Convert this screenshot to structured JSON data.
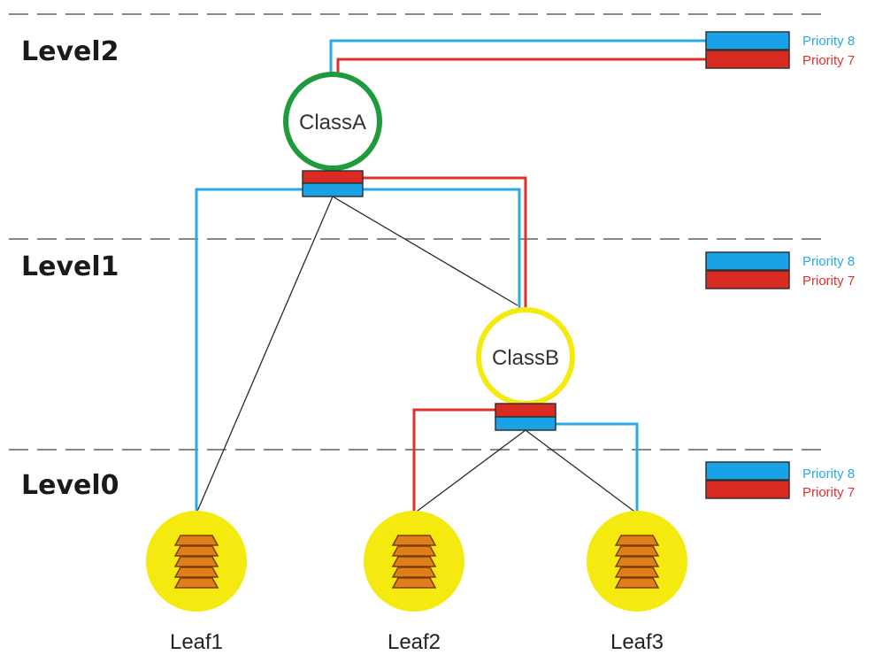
{
  "colors": {
    "blue": "#29a9e6",
    "red": "#e0302a",
    "gray_line": "#2a2a2a",
    "dash": "#888888",
    "classA_ring": "#1f9a3c",
    "classB_ring": "#f5ea10",
    "leaf_fill": "#f5ea10",
    "leaf_stack": "#e07e1a",
    "box_dark": "#5a2a2a",
    "box_blue": "#1aa2e6",
    "box_red": "#d92b22"
  },
  "levels": [
    {
      "id": "level2",
      "label": "Level2"
    },
    {
      "id": "level1",
      "label": "Level1"
    },
    {
      "id": "level0",
      "label": "Level0"
    }
  ],
  "classes": {
    "classA": {
      "label": "ClassA"
    },
    "classB": {
      "label": "ClassB"
    }
  },
  "leaves": [
    {
      "id": "leaf1",
      "label": "Leaf1"
    },
    {
      "id": "leaf2",
      "label": "Leaf2"
    },
    {
      "id": "leaf3",
      "label": "Leaf3"
    }
  ],
  "legend": {
    "priority_high": "Priority 8",
    "priority_low": "Priority 7"
  }
}
